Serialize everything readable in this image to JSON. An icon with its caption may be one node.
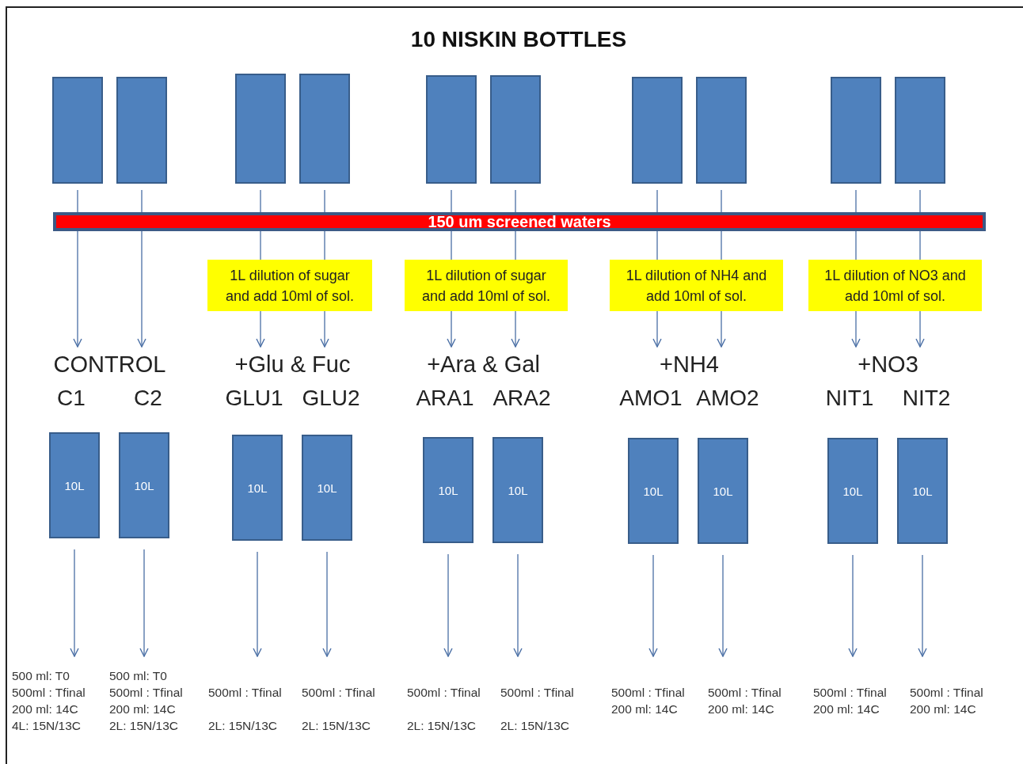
{
  "diagram": {
    "title": "10 NISKIN BOTTLES",
    "nodes": [
      {
        "text": [],
        "shape": "box"
      },
      {
        "text": [],
        "shape": "box"
      },
      {
        "text": [],
        "shape": "box"
      },
      {
        "text": [],
        "shape": "box"
      },
      {
        "text": [],
        "shape": "box"
      },
      {
        "text": [],
        "shape": "box"
      },
      {
        "text": [],
        "shape": "box"
      },
      {
        "text": [],
        "shape": "box"
      },
      {
        "text": [],
        "shape": "box"
      },
      {
        "text": [],
        "shape": "box"
      },
      {
        "text": [
          "150 um screened waters"
        ]
      },
      {
        "text": [
          "1L dilution of sugar and add 10ml of sol."
        ]
      },
      {
        "text": [
          "1L dilution of sugar and add 10ml of sol."
        ]
      },
      {
        "text": [
          "1L dilution of NH4 and add 10ml of sol."
        ]
      },
      {
        "text": [
          "1L dilution of NO3 and add 10ml of sol."
        ]
      },
      {
        "text": [
          "CONTROL"
        ]
      },
      {
        "text": [
          "+Glu & Fuc"
        ]
      },
      {
        "text": [
          "+Ara & Gal"
        ]
      },
      {
        "text": [
          "+NH4"
        ]
      },
      {
        "text": [
          "+NO3"
        ]
      },
      {
        "text": [
          "10L"
        ]
      },
      {
        "text": [
          "10L"
        ]
      },
      {
        "text": [
          "10L"
        ]
      },
      {
        "text": [
          "10L"
        ]
      },
      {
        "text": [
          "10L"
        ]
      },
      {
        "text": [
          "10L"
        ]
      },
      {
        "text": [
          "10L"
        ]
      },
      {
        "text": [
          "10L"
        ]
      },
      {
        "text": [
          "10L"
        ]
      },
      {
        "text": [
          "10L"
        ]
      },
      {
        "text": [
          "500 ml: T0",
          "500ml : Tfinal",
          "200 ml: 14C",
          "4L: 15N/13C"
        ]
      },
      {
        "text": [
          "500 ml: T0",
          "500ml : Tfinal",
          "200 ml: 14C",
          "2L: 15N/13C"
        ]
      },
      {
        "text": [
          "500ml : Tfinal",
          "2L: 15N/13C"
        ]
      },
      {
        "text": [
          "500ml : Tfinal",
          "2L: 15N/13C"
        ]
      },
      {
        "text": [
          "500ml : Tfinal",
          "2L: 15N/13C"
        ]
      },
      {
        "text": [
          "500ml : Tfinal",
          "2L: 15N/13C"
        ]
      },
      {
        "text": [
          "500ml : Tfinal",
          "200 ml: 14C"
        ]
      },
      {
        "text": [
          "500ml : Tfinal",
          "200 ml: 14C"
        ]
      },
      {
        "text": [
          "500ml : Tfinal",
          "200 ml: 14C"
        ]
      },
      {
        "text": [
          "500ml : Tfinal",
          "200 ml: 14C"
        ]
      }
    ],
    "edges": [
      {
        "from": 0,
        "to": 10,
        "arrow": "none"
      },
      {
        "from": 1,
        "to": 10,
        "arrow": "none"
      },
      {
        "from": 2,
        "to": 10,
        "arrow": "none"
      },
      {
        "from": 3,
        "to": 10,
        "arrow": "none"
      },
      {
        "from": 4,
        "to": 10,
        "arrow": "none"
      },
      {
        "from": 5,
        "to": 10,
        "arrow": "none"
      },
      {
        "from": 6,
        "to": 10,
        "arrow": "none"
      },
      {
        "from": 7,
        "to": 10,
        "arrow": "none"
      },
      {
        "from": 8,
        "to": 10,
        "arrow": "none"
      },
      {
        "from": 9,
        "to": 10,
        "arrow": "none"
      },
      {
        "from": 10,
        "to": 15,
        "arrow": "to"
      },
      {
        "from": 10,
        "to": 15,
        "arrow": "to"
      },
      {
        "from": 10,
        "to": 11,
        "arrow": "none"
      },
      {
        "from": 10,
        "to": 11,
        "arrow": "none"
      },
      {
        "from": 10,
        "to": 12,
        "arrow": "none"
      },
      {
        "from": 10,
        "to": 12,
        "arrow": "none"
      },
      {
        "from": 10,
        "to": 13,
        "arrow": "none"
      },
      {
        "from": 10,
        "to": 13,
        "arrow": "none"
      },
      {
        "from": 10,
        "to": 14,
        "arrow": "none"
      },
      {
        "from": 10,
        "to": 14,
        "arrow": "none"
      },
      {
        "from": 11,
        "to": 16,
        "arrow": "to"
      },
      {
        "from": 11,
        "to": 16,
        "arrow": "to"
      },
      {
        "from": 12,
        "to": 17,
        "arrow": "to"
      },
      {
        "from": 12,
        "to": 17,
        "arrow": "to"
      },
      {
        "from": 13,
        "to": 18,
        "arrow": "to"
      },
      {
        "from": 13,
        "to": 18,
        "arrow": "to"
      },
      {
        "from": 14,
        "to": 19,
        "arrow": "to"
      },
      {
        "from": 14,
        "to": 19,
        "arrow": "to"
      },
      {
        "from": 20,
        "to": 30,
        "arrow": "to"
      },
      {
        "from": 21,
        "to": 31,
        "arrow": "to"
      },
      {
        "from": 22,
        "to": 32,
        "arrow": "to"
      },
      {
        "from": 23,
        "to": 33,
        "arrow": "to"
      },
      {
        "from": 24,
        "to": 34,
        "arrow": "to"
      },
      {
        "from": 25,
        "to": 35,
        "arrow": "to"
      },
      {
        "from": 26,
        "to": 36,
        "arrow": "to"
      },
      {
        "from": 27,
        "to": 37,
        "arrow": "to"
      },
      {
        "from": 28,
        "to": 38,
        "arrow": "to"
      },
      {
        "from": 29,
        "to": 39,
        "arrow": "to"
      }
    ],
    "labels": [
      "C1",
      "C2",
      "GLU1",
      "GLU2",
      "ARA1",
      "ARA2",
      "AMO1",
      "AMO2",
      "NIT1",
      "NIT2"
    ]
  }
}
